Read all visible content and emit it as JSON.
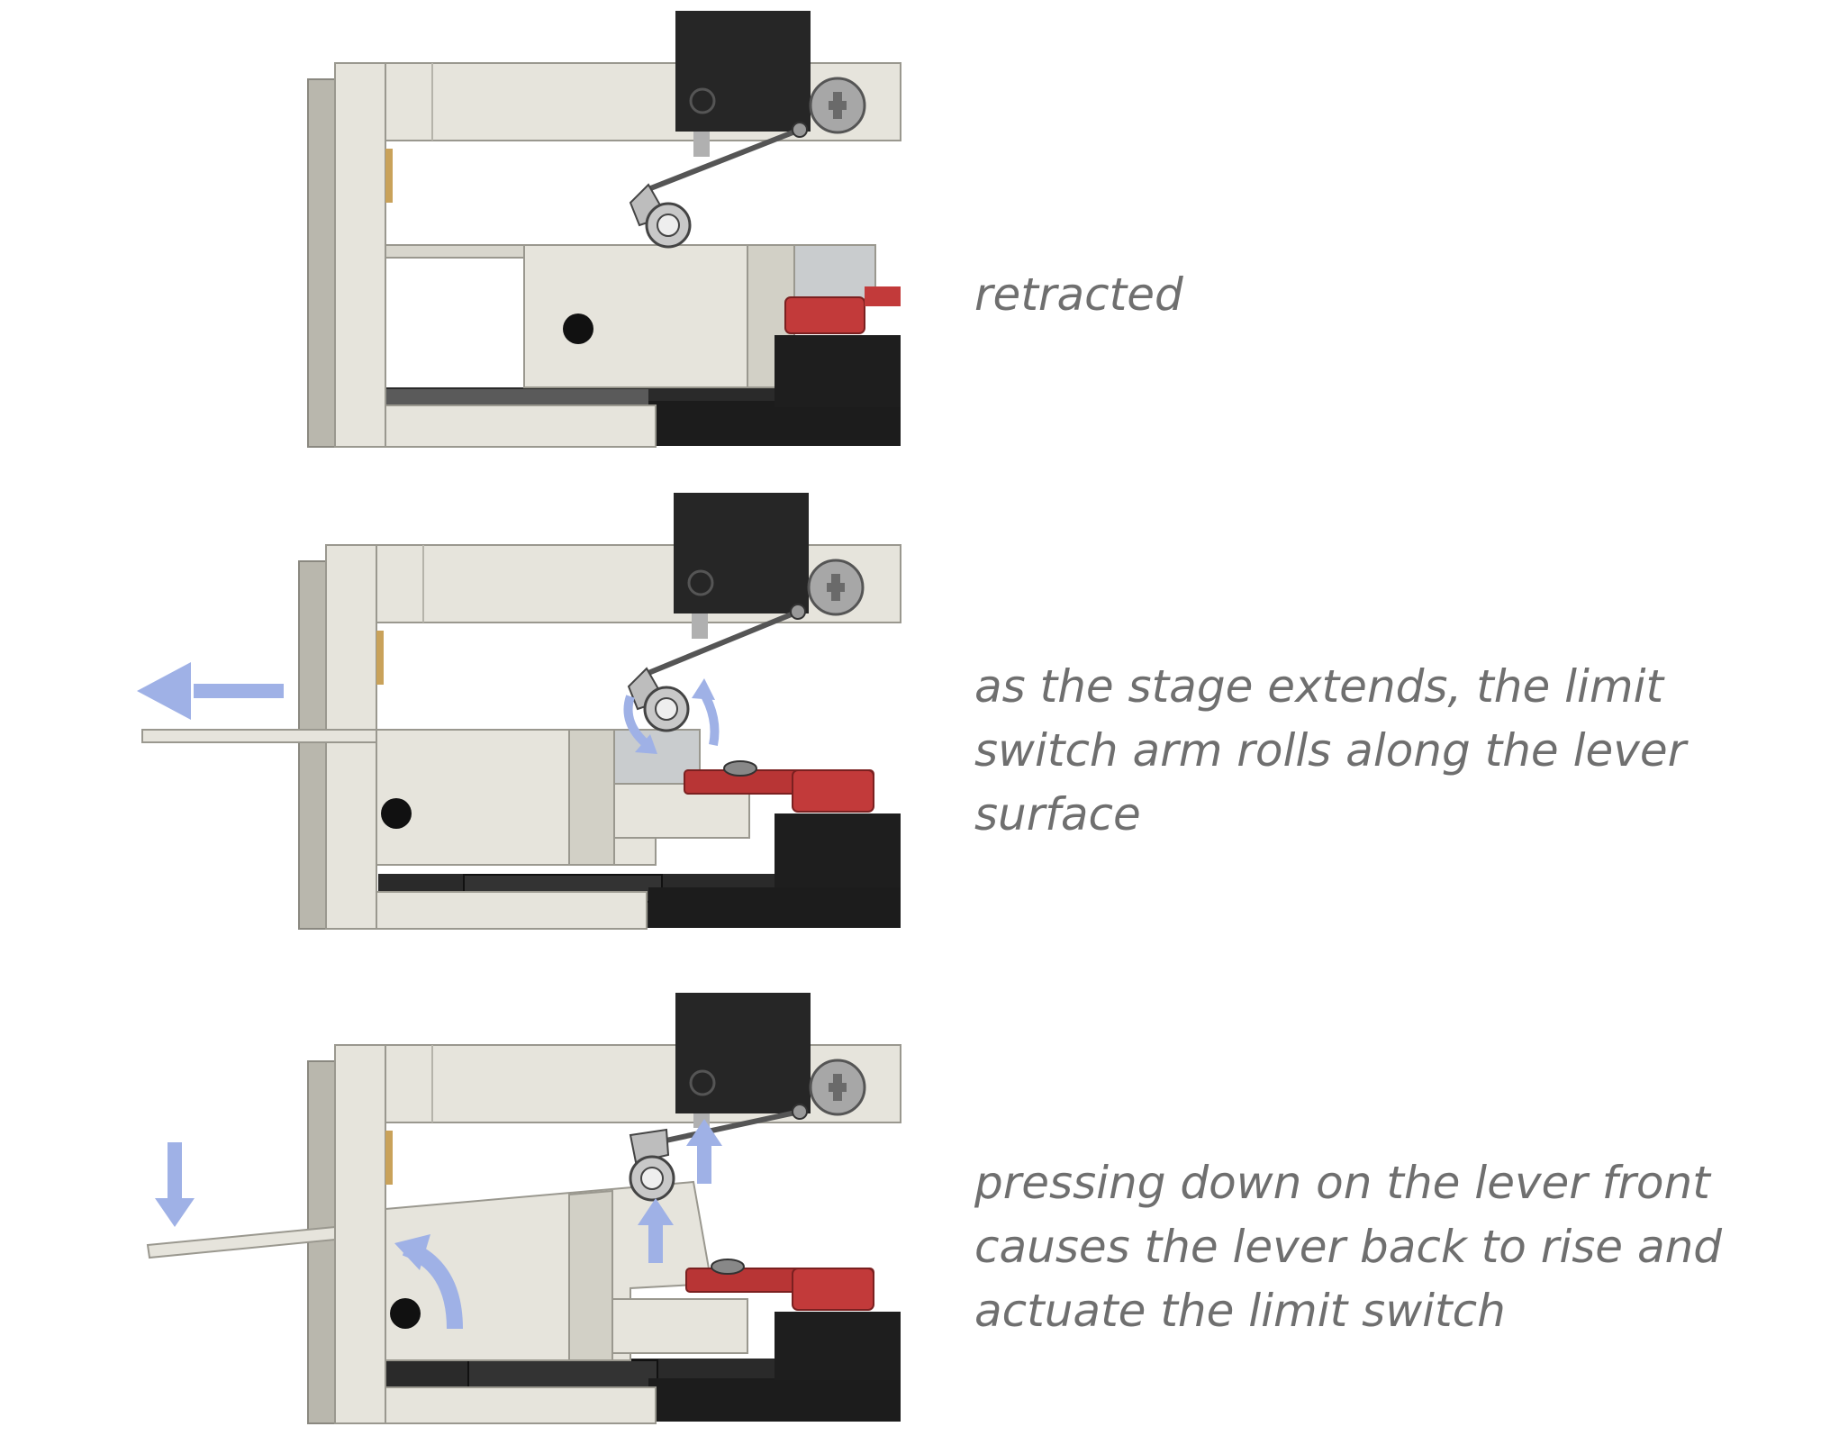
{
  "panels": [
    {
      "state": "retracted",
      "caption_lines": [
        "retracted"
      ]
    },
    {
      "state": "extending",
      "caption_lines": [
        "as the stage extends, the limit",
        "switch arm rolls along the lever",
        "surface"
      ]
    },
    {
      "state": "pressed",
      "caption_lines": [
        "pressing down on the lever front",
        "causes the lever back to rise and",
        "actuate the limit switch"
      ]
    }
  ],
  "colors": {
    "frame_light": "#e6e4dc",
    "frame_mid": "#d4d2c8",
    "frame_shadow": "#b9b7ad",
    "switch_body": "#262626",
    "plastic_black": "#1e1e1e",
    "red_part": "#c23a3a",
    "arrow_blue": "#9fb1e6",
    "caption_text": "#6f6f6f"
  },
  "icons": {
    "screw": "screw-icon",
    "roller": "roller-icon",
    "arrow": "arrow-icon"
  }
}
